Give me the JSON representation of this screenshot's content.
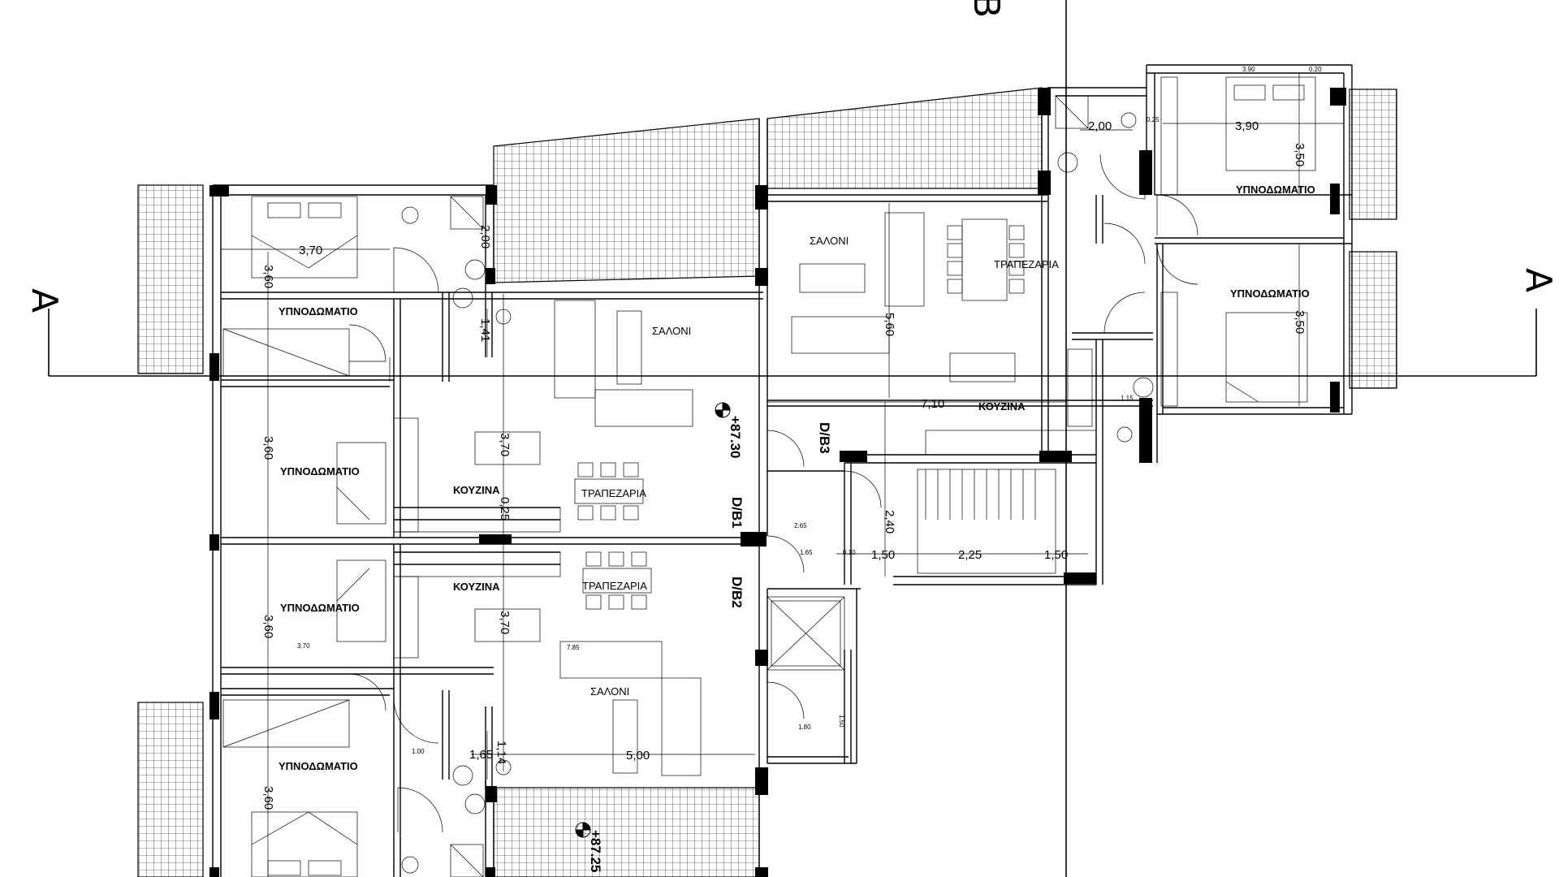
{
  "section_markers": {
    "left": "A",
    "right": "A",
    "top": "B"
  },
  "rooms": {
    "bedroom": "ΥΠΝΟΔΩΜΑΤΙΟ",
    "living": "ΣΑΛΟΝΙ",
    "dining": "ΤΡΑΠΕΖΑΡΙΑ",
    "kitchen": "ΚΟΥΖΙΝΑ"
  },
  "shafts": {
    "db1": "D/B1",
    "db2": "D/B2",
    "db3": "D/B3"
  },
  "levels": {
    "upper": "+87.30",
    "lower": "+87.25"
  },
  "dimensions": {
    "d370": "3,70",
    "d360": "3,60",
    "d200": "2,00",
    "d141": "1,41",
    "d025": "0,25",
    "d390": "3,90",
    "d350": "3,50",
    "d710": "7,10",
    "d560": "5,60",
    "d240": "2,40",
    "d150": "1,50",
    "d225": "2,25",
    "d165": "1,65",
    "d500": "5,00",
    "d114": "1,14",
    "s390": "3.90",
    "s370": "3.70",
    "s265": "2.65",
    "s165": "1.65",
    "s180": "1.80",
    "s150": "1.50",
    "s100": "1.00",
    "s010": "0.10",
    "s020": "0.20",
    "s025": "0.25",
    "s115": "1.15",
    "s785": "7.85"
  }
}
